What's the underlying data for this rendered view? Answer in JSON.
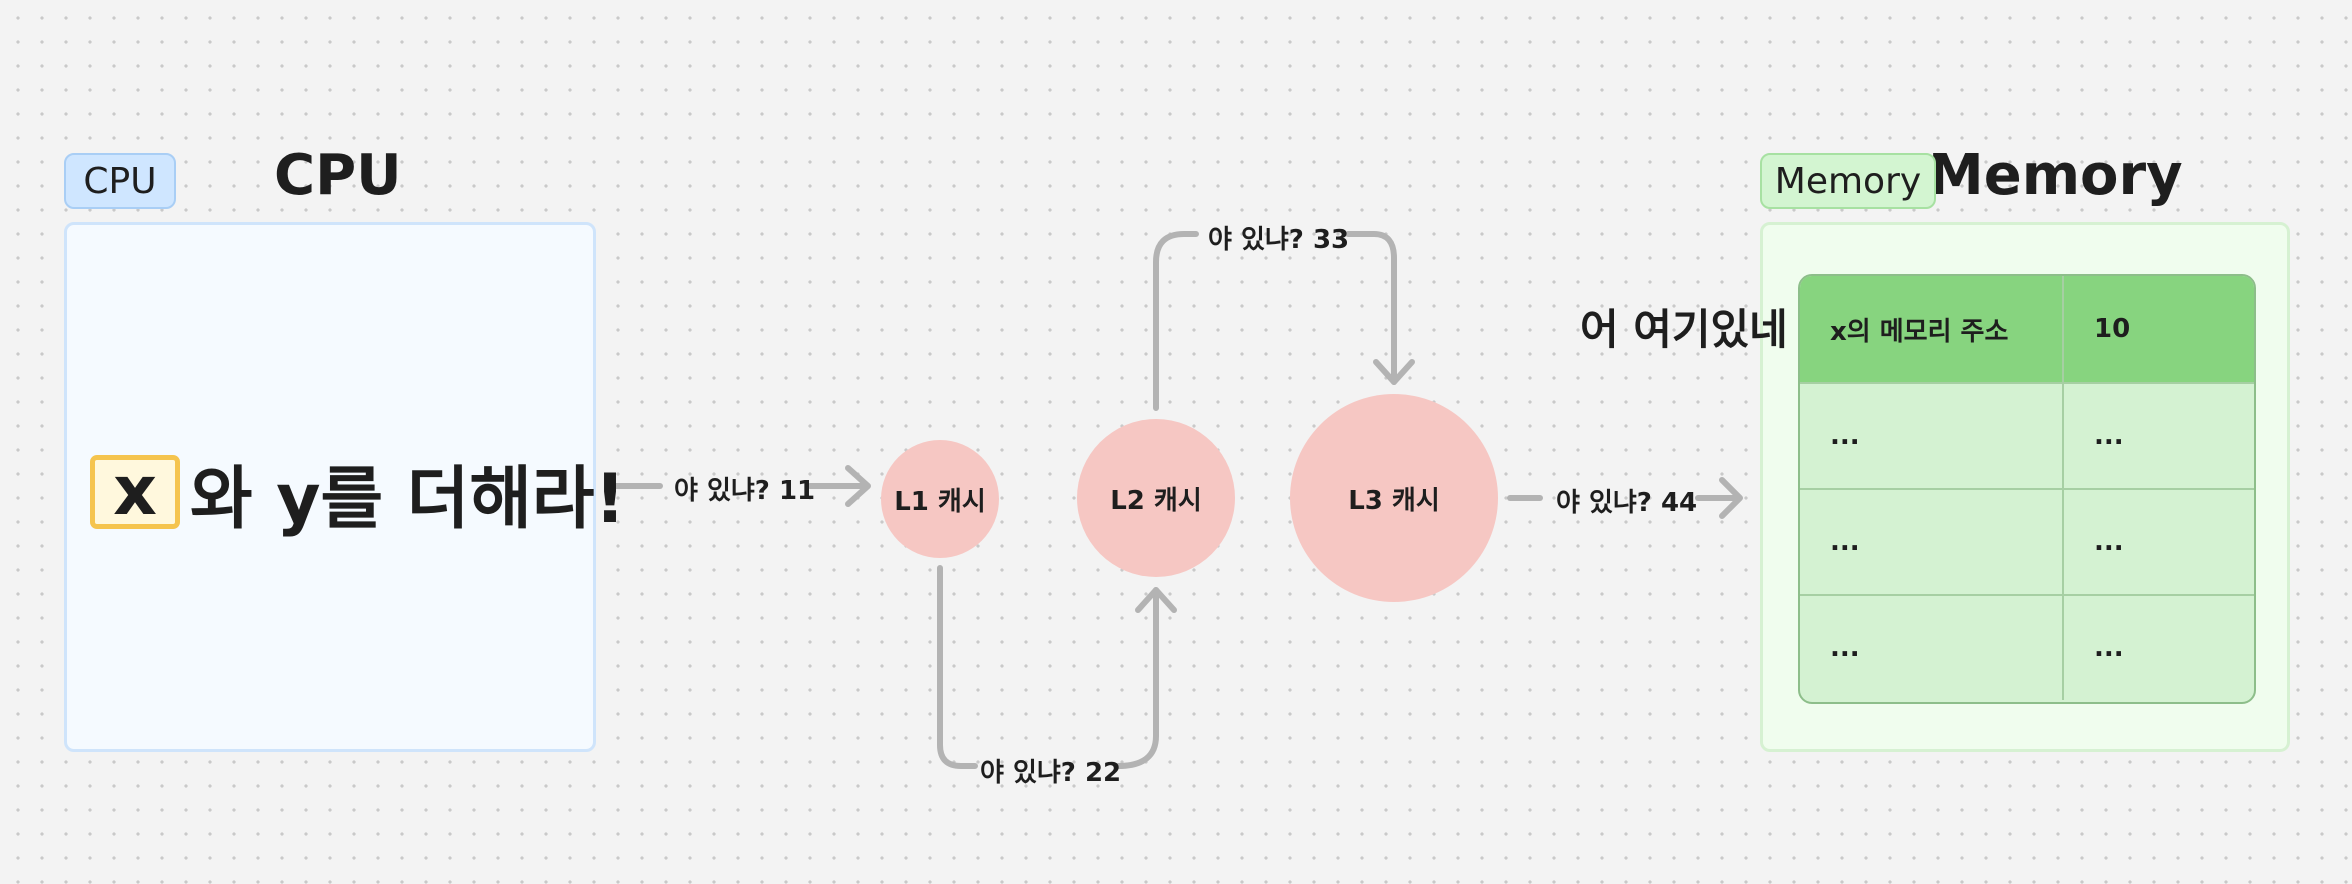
{
  "cpu": {
    "tag": "CPU",
    "heading": "CPU",
    "instruction_var": "x",
    "instruction_rest": "와 y를 더해라!"
  },
  "caches": [
    {
      "label": "L1 캐시"
    },
    {
      "label": "L2 캐시"
    },
    {
      "label": "L3 캐시"
    }
  ],
  "edges": [
    {
      "label": "야 있냐? 11"
    },
    {
      "label": "야 있냐? 22"
    },
    {
      "label": "야 있냐? 33"
    },
    {
      "label": "야 있냐? 44"
    }
  ],
  "memory": {
    "tag": "Memory",
    "heading": "Memory",
    "found_text": "어 여기있네",
    "rows": [
      {
        "address": "x의 메모리 주소",
        "value": "10"
      },
      {
        "address": "...",
        "value": "..."
      },
      {
        "address": "...",
        "value": "..."
      },
      {
        "address": "...",
        "value": "..."
      }
    ]
  },
  "colors": {
    "cpu_accent": "#cfe6ff",
    "memory_accent": "#d3f5d1",
    "cache_fill": "#f6c7c3",
    "arrow": "#b3b3b3",
    "highlight": "#f5c44e",
    "memory_header": "#87d47f"
  }
}
